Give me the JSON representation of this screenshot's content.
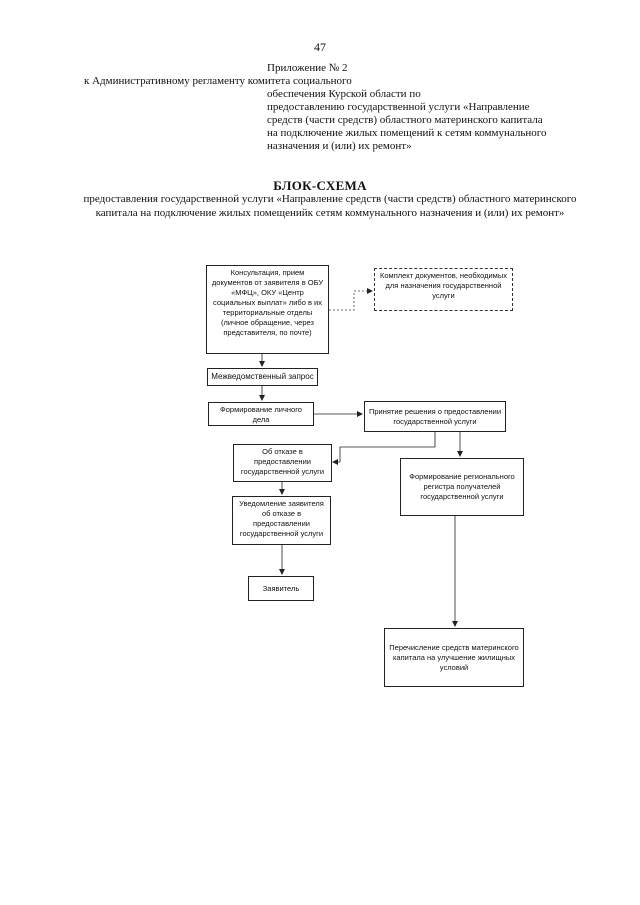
{
  "page_number": "47",
  "appendix": {
    "line1": "Приложение № 2",
    "line2": "к   Административному  регламенту комитета социального",
    "line3": "обеспечения Курской области по",
    "line4": "предоставлению государственной услуги «Направление",
    "line5": "средств (части средств) областного материнского капитала",
    "line6": "на подключение жилых помещений к сетям коммунального",
    "line7": "назначения и (или) их ремонт»"
  },
  "title": "БЛОК-СХЕМА",
  "subtitle": "предоставления государственной услуги  «Направление средств (части средств) областного материнского капитала на подключение жилых помещенийк сетям коммунального назначения и (или) их ремонт»",
  "flowchart": {
    "consultation": "Консультация, прием документов от заявителя в ОБУ «МФЦ», ОКУ «Центр социальных выплат» либо в их территориальные отделы (личное обращение, через представителя, по почте)",
    "documents_set": "Комплект документов, необходимых для назначения государственной услуги",
    "interagency_request": "Межведомственный запрос",
    "personal_file": "Формирование личного дела",
    "decision": "Принятие решения о предоставлении государственной услуги",
    "refusal": "Об отказе в предоставлении государственной услуги",
    "regional_register": "Формирование регионального регистра получателей государственной услуги",
    "refusal_notice": "Уведомление заявителя об отказе в предоставлении государственной услуги",
    "applicant": "Заявитель",
    "transfer": "Перечисление средств материнского капитала на улучшение жилищных условий"
  }
}
